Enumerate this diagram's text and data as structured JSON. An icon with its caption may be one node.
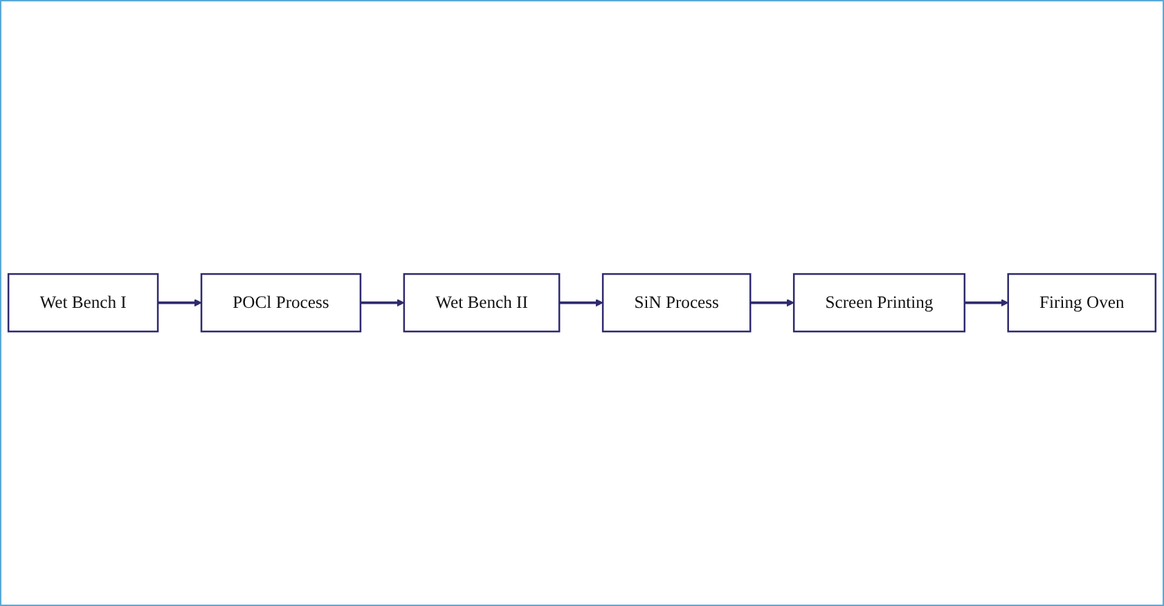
{
  "diagram": {
    "nodes": [
      {
        "text": [
          "Wet Bench I"
        ]
      },
      {
        "text": [
          "POCl Process"
        ]
      },
      {
        "text": [
          "Wet Bench II"
        ]
      },
      {
        "text": [
          "SiN Process"
        ]
      },
      {
        "text": [
          "Screen Printing"
        ]
      },
      {
        "text": [
          "Firing Oven"
        ]
      }
    ],
    "edges": [
      {
        "from": 0,
        "to": 1,
        "arrow": "to"
      },
      {
        "from": 1,
        "to": 2,
        "arrow": "to"
      },
      {
        "from": 2,
        "to": 3,
        "arrow": "to"
      },
      {
        "from": 3,
        "to": 4,
        "arrow": "to"
      },
      {
        "from": 4,
        "to": 5,
        "arrow": "to"
      }
    ]
  }
}
